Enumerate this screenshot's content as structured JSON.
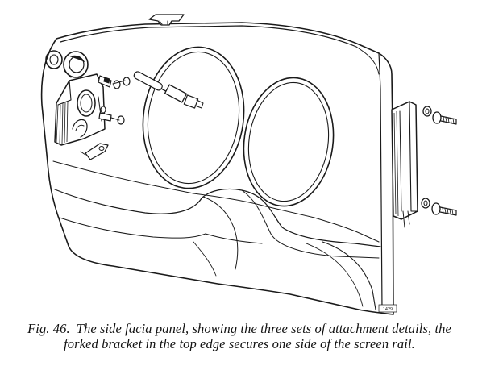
{
  "figure": {
    "plate_number": "1429",
    "alt": ""
  },
  "caption": {
    "label": "Fig. 46.",
    "text": "The side facia panel, showing the three sets of attachment details, the forked bracket in the top edge secures one side of the screen rail."
  }
}
